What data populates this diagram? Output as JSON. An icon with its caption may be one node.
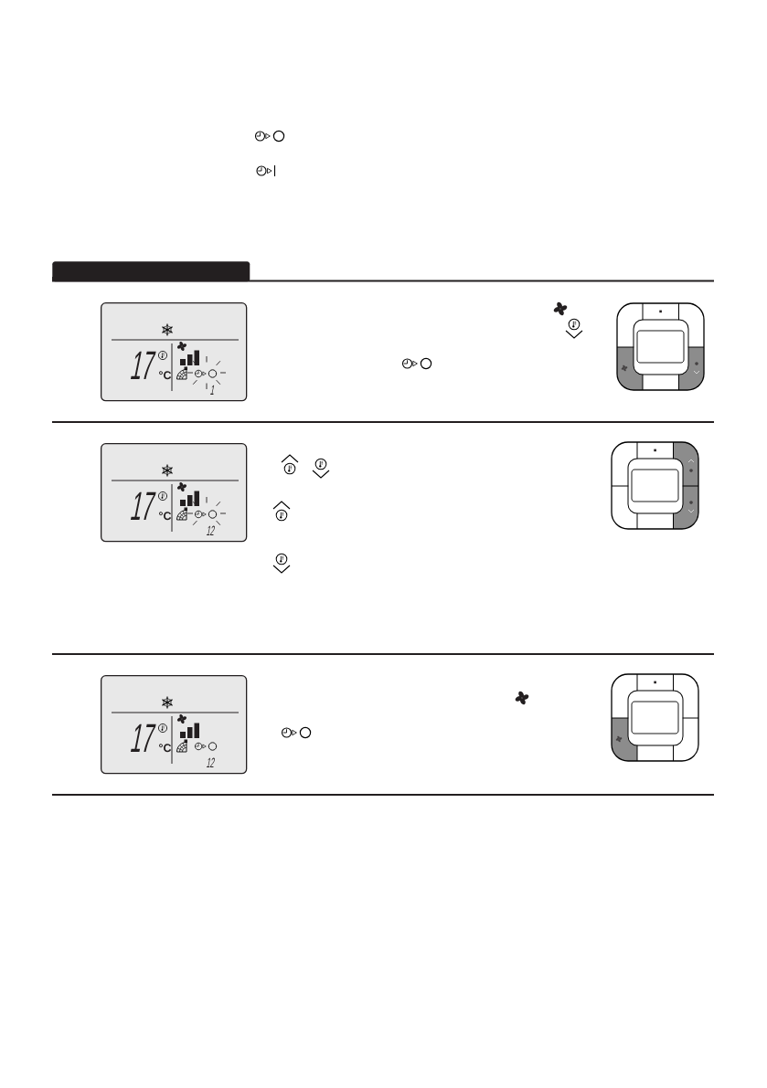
{
  "diagram": {
    "nodes": [
      {
        "text": [],
        "shape": "bar"
      },
      {
        "text": [
          "17",
          "°C",
          "1"
        ]
      },
      {
        "text": [
          "17",
          "°C",
          "12"
        ]
      },
      {
        "text": [
          "17",
          "°C",
          "12"
        ]
      }
    ]
  }
}
